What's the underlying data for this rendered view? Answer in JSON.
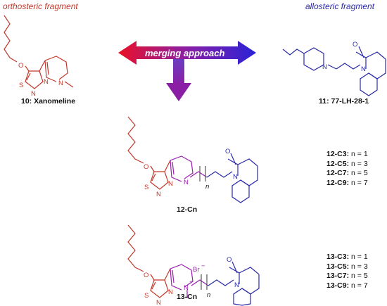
{
  "headers": {
    "orthosteric": "orthosteric fragment",
    "allosteric": "allosteric fragment"
  },
  "arrow_label": "merging approach",
  "compounds": {
    "xanomeline": "10: Xanomeline",
    "allosteric": "11: 77-LH-28-1",
    "series12": "12-Cn",
    "series13": "13-Cn"
  },
  "atoms": {
    "O": "O",
    "N": "N",
    "S": "S",
    "Br": "Br",
    "plus": "+",
    "minus": "−",
    "n": "n"
  },
  "series12_items": [
    {
      "code": "12-C3:",
      "value": "n = 1"
    },
    {
      "code": "12-C5:",
      "value": "n = 3"
    },
    {
      "code": "12-C7:",
      "value": "n = 5"
    },
    {
      "code": "12-C9:",
      "value": "n = 7"
    }
  ],
  "series13_items": [
    {
      "code": "13-C3:",
      "value": "n = 1"
    },
    {
      "code": "13-C5:",
      "value": "n = 3"
    },
    {
      "code": "13-C7:",
      "value": "n = 5"
    },
    {
      "code": "13-C9:",
      "value": "n = 7"
    }
  ],
  "colors": {
    "orthosteric": "#c0392b",
    "allosteric": "#2a2aa8",
    "linker": "#9b1fb0",
    "arrow_red": "#e8102a",
    "arrow_blue": "#2a20d8"
  }
}
